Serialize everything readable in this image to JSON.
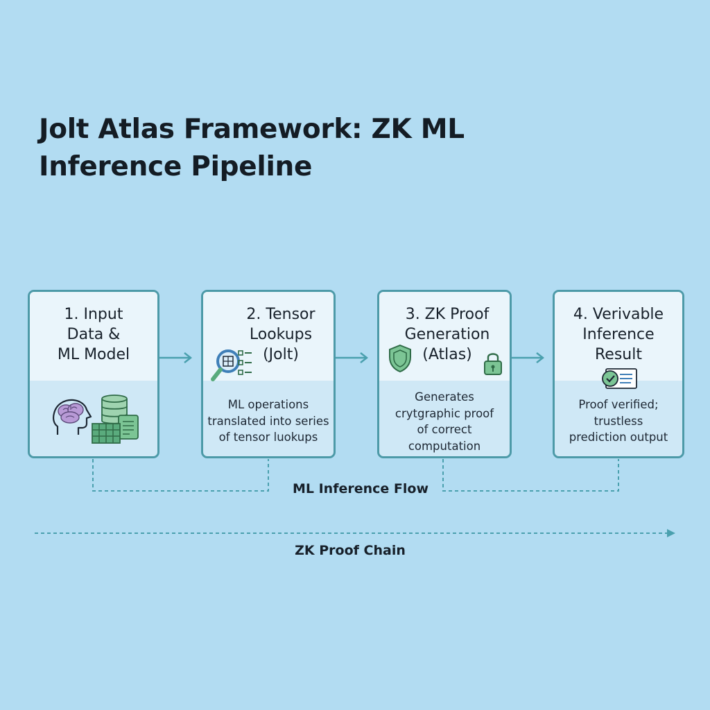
{
  "diagram": {
    "title": "Jolt Atlas Framework: ZK ML\nInference Pipeline",
    "steps": [
      {
        "title": "1. Input\nData &\nML Model",
        "description": "",
        "icons": [
          "brain-head-icon",
          "database-icon",
          "table-grid-icon",
          "document-icon"
        ]
      },
      {
        "title": "2. Tensor\nLookups\n(Jolt)",
        "description": "ML operations\ntranslated into series\nof tensor luokups",
        "icons": [
          "magnifier-icon",
          "lookup-table-icon"
        ]
      },
      {
        "title": "3. ZK Proof\nGeneration\n(Atlas)",
        "description": "Generates\ncrytgraphic proof\nof correct\ncomputation",
        "icons": [
          "shield-icon",
          "padlock-icon"
        ]
      },
      {
        "title": "4. Verivable\nInference\nResult",
        "description": "Proof verified;\ntrustless\nprediction output",
        "icons": [
          "verified-certificate-icon"
        ]
      }
    ],
    "flow_label": "ML Inference Flow",
    "chain_label": "ZK Proof Chain",
    "colors": {
      "background": "#b2dcf2",
      "card_border": "#4d9aa8",
      "card_header": "#eaf5fb",
      "card_body": "#cfe8f6",
      "connector": "#4aa0ae",
      "icon_green": "#5aab7d",
      "icon_purple": "#b89ad6",
      "icon_blue": "#3f7fb8"
    }
  }
}
